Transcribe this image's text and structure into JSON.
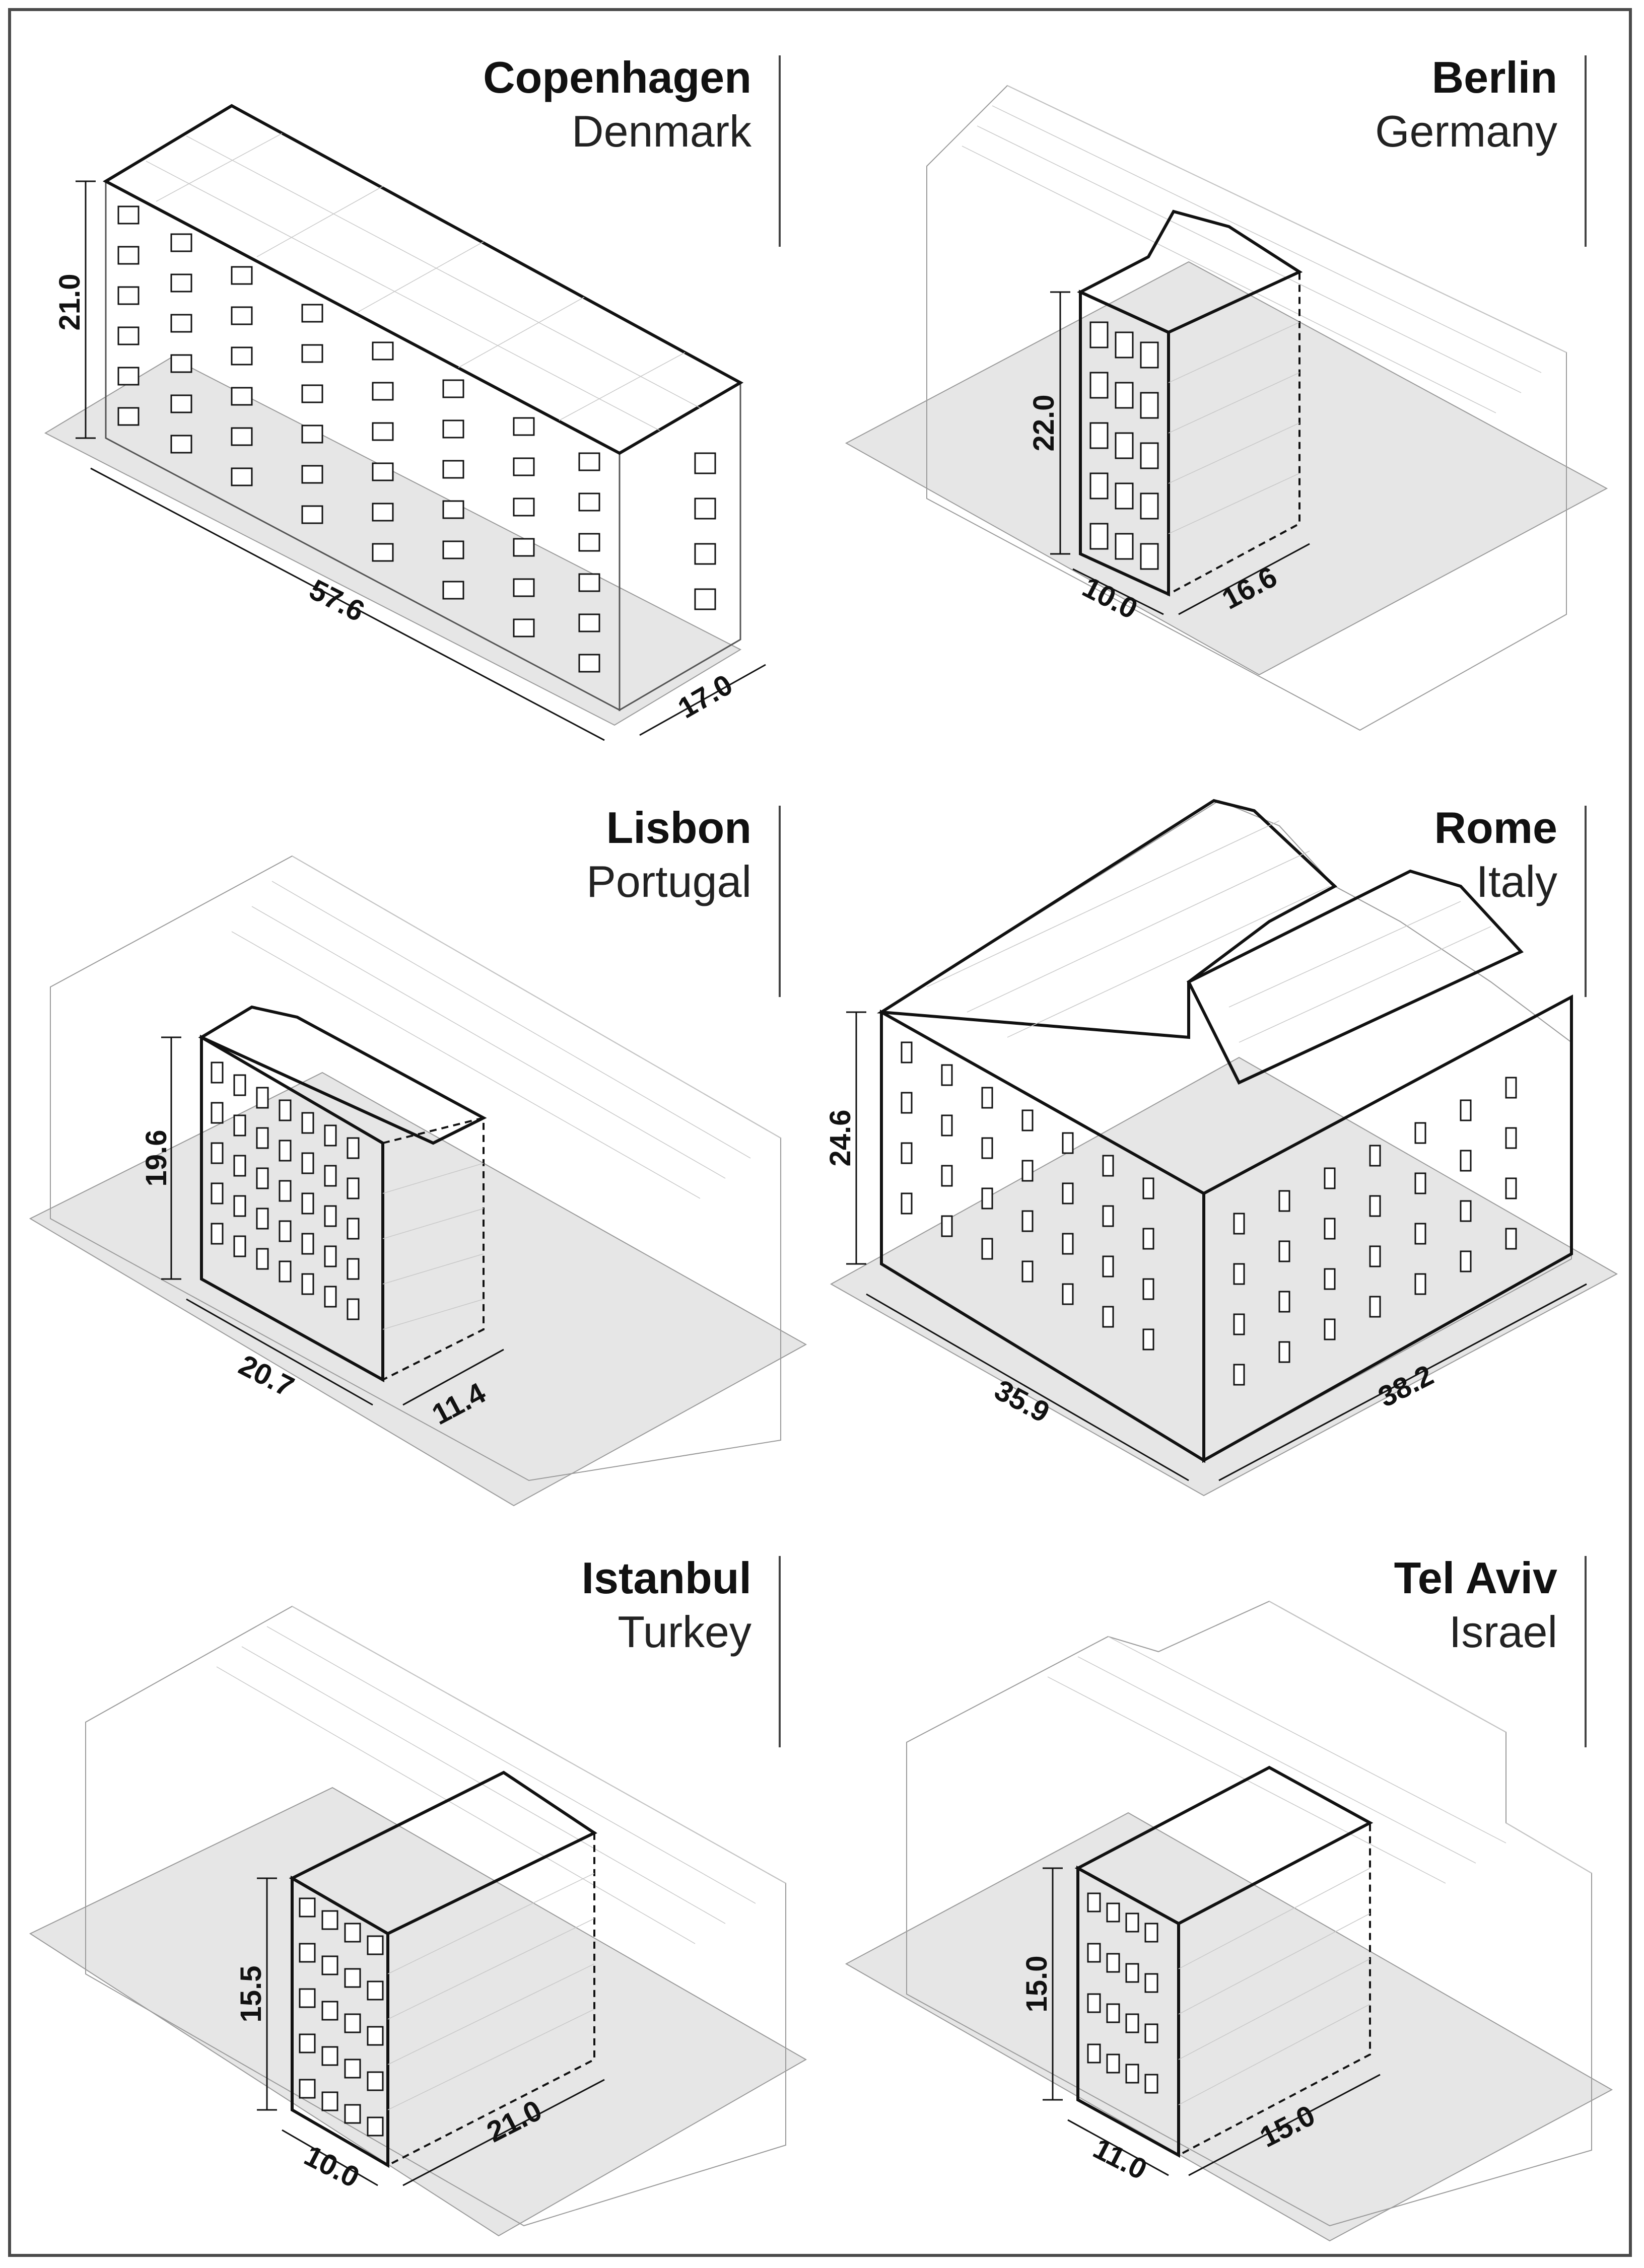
{
  "panels": [
    {
      "city": "Copenhagen",
      "country": "Denmark",
      "height": "21.0",
      "front": "57.6",
      "side": "17.0"
    },
    {
      "city": "Berlin",
      "country": "Germany",
      "height": "22.0",
      "front": "10.0",
      "side": "16.6"
    },
    {
      "city": "Lisbon",
      "country": "Portugal",
      "height": "19.6",
      "front": "20.7",
      "side": "11.4"
    },
    {
      "city": "Rome",
      "country": "Italy",
      "height": "24.6",
      "front": "35.9",
      "side": "38.2"
    },
    {
      "city": "Istanbul",
      "country": "Turkey",
      "height": "15.5",
      "front": "10.0",
      "side": "21.0"
    },
    {
      "city": "Tel Aviv",
      "country": "Israel",
      "height": "15.0",
      "front": "11.0",
      "side": "15.0"
    }
  ],
  "colors": {
    "ink": "#111111",
    "context": "#9a9a9a",
    "ground": "#e6e6e6",
    "facade": "#ffffff"
  }
}
